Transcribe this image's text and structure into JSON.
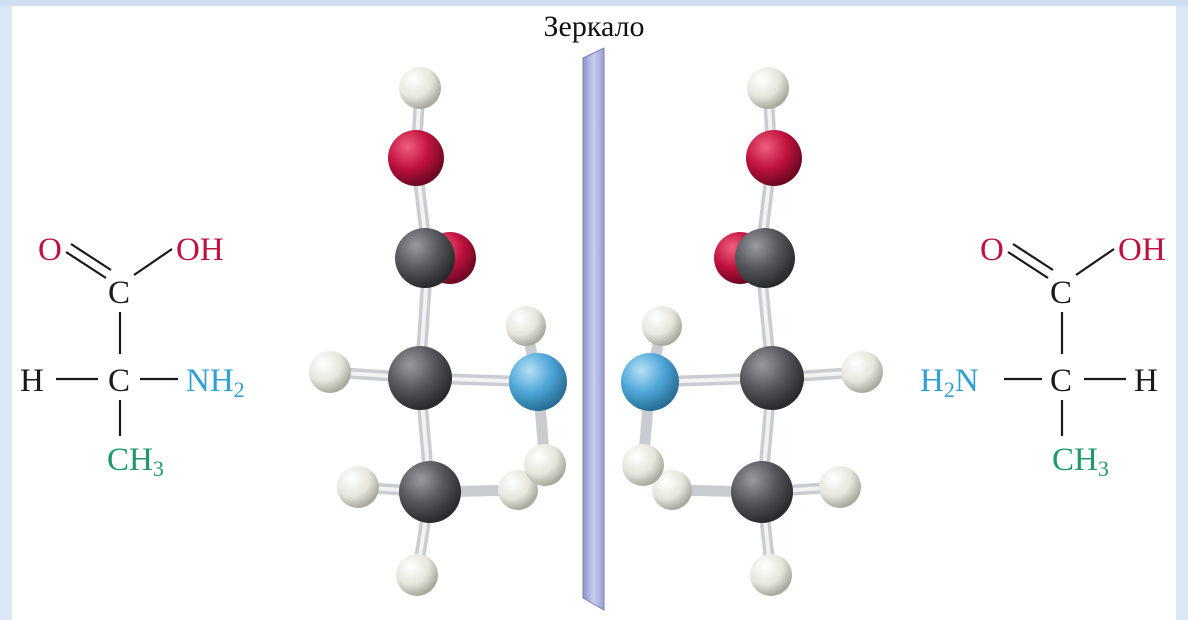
{
  "mirror": {
    "label": "Зеркало"
  },
  "left_formula": {
    "o": "O",
    "oh": "OH",
    "c_top": "C",
    "h": "H",
    "c_mid": "C",
    "nh": "NH",
    "nh_sub": "2",
    "ch": "CH",
    "ch_sub": "3"
  },
  "right_formula": {
    "o": "O",
    "oh": "OH",
    "c_top": "C",
    "hn": "H",
    "hn_sub": "2",
    "hn_n": "N",
    "c_mid": "C",
    "h": "H",
    "ch": "CH",
    "ch_sub": "3"
  },
  "colors": {
    "oxygen": "#c0123f",
    "carbon": "#58595d",
    "nitrogen": "#4ea6d8",
    "hydrogen": "#e9e9e2",
    "methyl_text": "#1e9a6a",
    "amino_text": "#2f9fd6",
    "black_text": "#1a1a1a"
  }
}
